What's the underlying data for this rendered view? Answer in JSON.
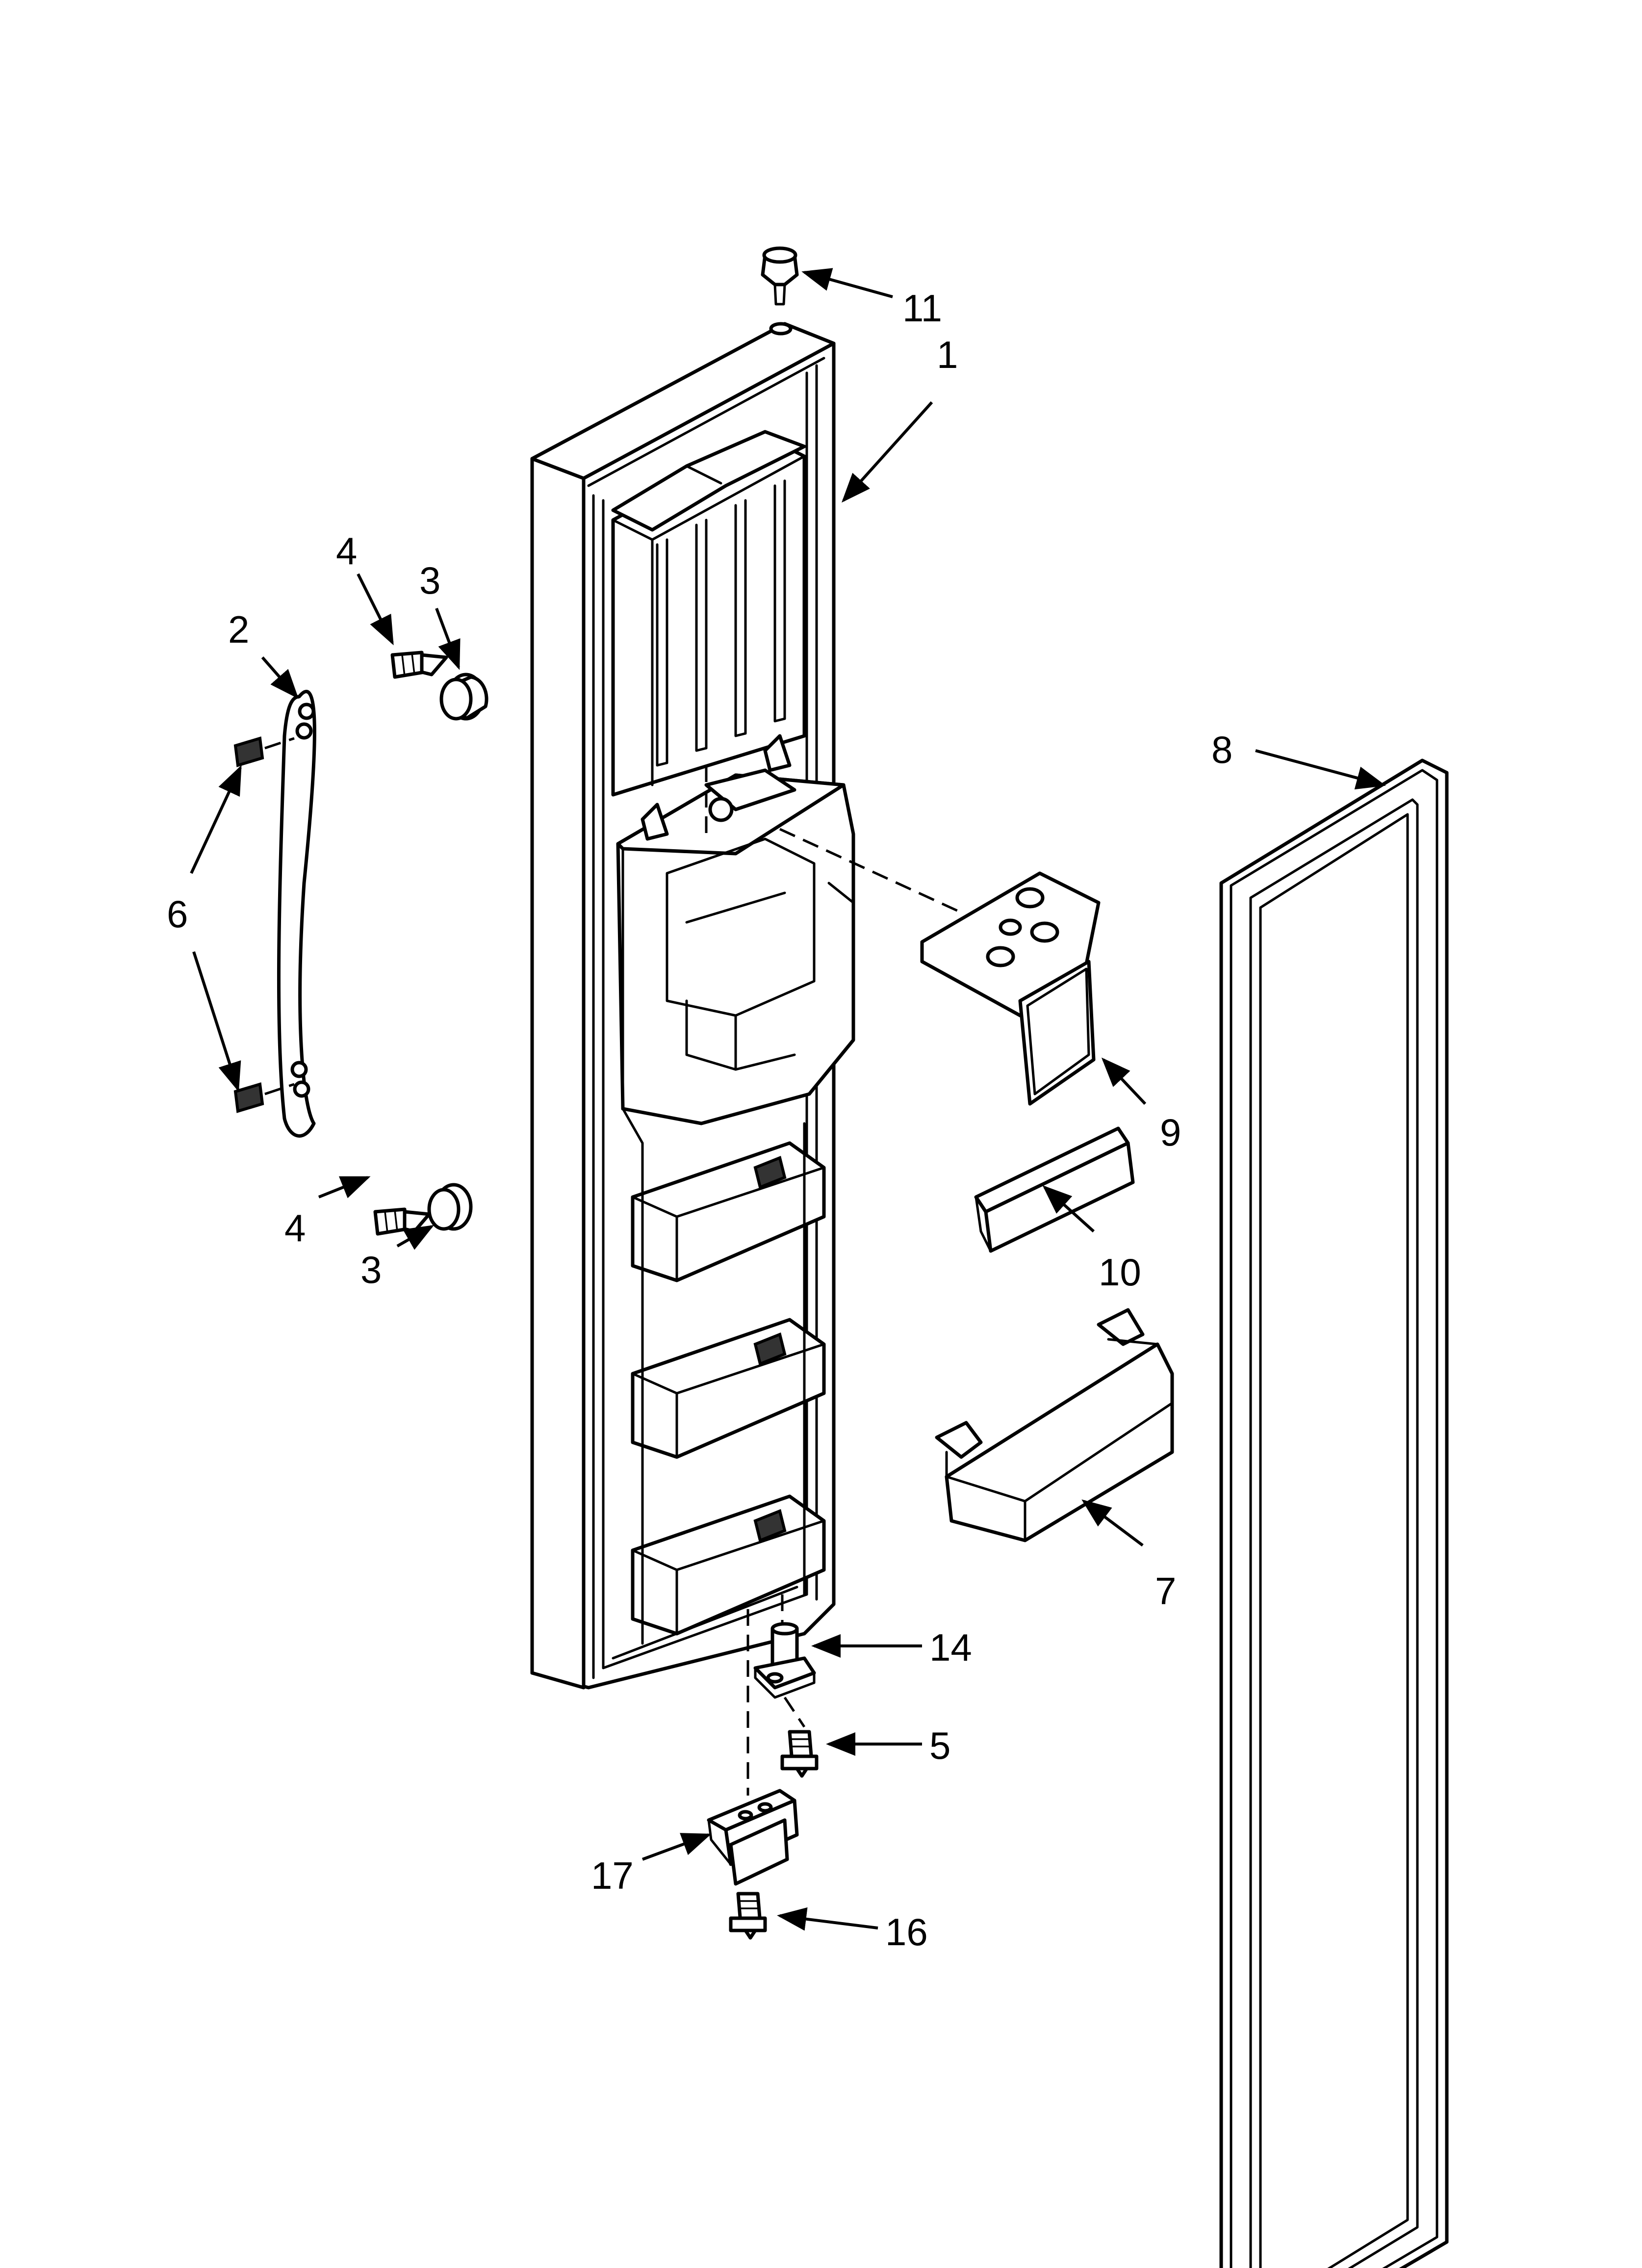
{
  "callouts": [
    {
      "id": "c11",
      "text": "11"
    },
    {
      "id": "c1",
      "text": "1"
    },
    {
      "id": "c4a",
      "text": "4"
    },
    {
      "id": "c3a",
      "text": "3"
    },
    {
      "id": "c2",
      "text": "2"
    },
    {
      "id": "c6",
      "text": "6"
    },
    {
      "id": "c4b",
      "text": "4"
    },
    {
      "id": "c3b",
      "text": "3"
    },
    {
      "id": "c8",
      "text": "8"
    },
    {
      "id": "c9",
      "text": "9"
    },
    {
      "id": "c10",
      "text": "10"
    },
    {
      "id": "c7",
      "text": "7"
    },
    {
      "id": "c14",
      "text": "14"
    },
    {
      "id": "c5",
      "text": "5"
    },
    {
      "id": "c17",
      "text": "17"
    },
    {
      "id": "c16",
      "text": "16"
    }
  ]
}
